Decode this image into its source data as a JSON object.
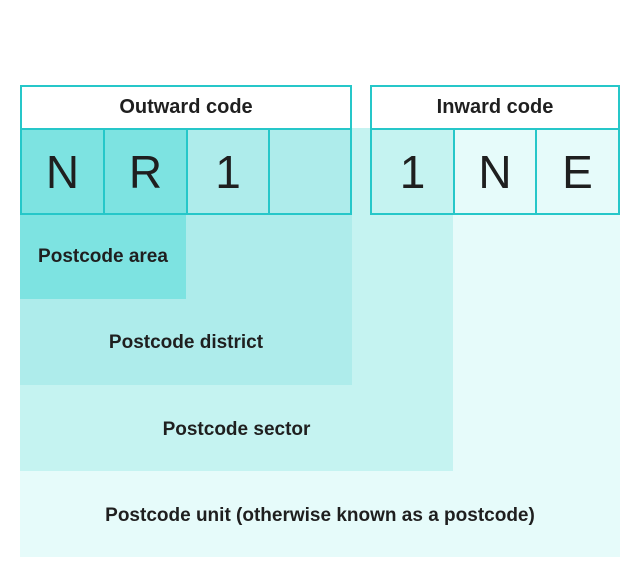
{
  "headers": {
    "outward": "Outward code",
    "inward": "Inward code"
  },
  "outward_chars": [
    "N",
    "R",
    "1",
    ""
  ],
  "inward_chars": [
    "1",
    "N",
    "E"
  ],
  "levels": {
    "area": "Postcode area",
    "district": "Postcode district",
    "sector": "Postcode sector",
    "unit": "Postcode unit (otherwise known as a postcode)"
  },
  "colors": {
    "border": "#26c7c9",
    "area": "#7de3e1",
    "district": "#aeeceb",
    "sector": "#c5f3f1",
    "unit": "#e6fbfa"
  }
}
